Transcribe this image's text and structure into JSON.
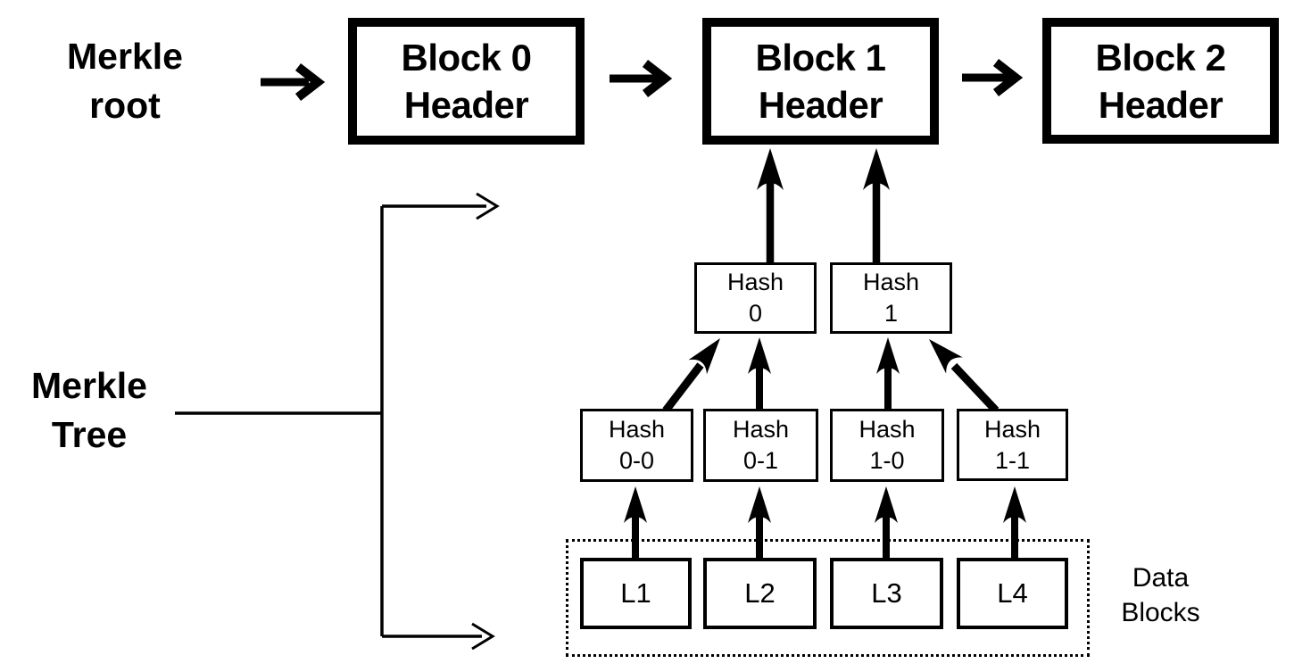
{
  "colors": {
    "ink": "#000000",
    "background": "#ffffff"
  },
  "labels": {
    "merkle_root": {
      "line1": "Merkle",
      "line2": "root"
    },
    "merkle_tree": {
      "line1": "Merkle",
      "line2": "Tree"
    },
    "data_blocks": {
      "line1": "Data",
      "line2": "Blocks"
    }
  },
  "block_headers": [
    {
      "line1": "Block 0",
      "line2": "Header"
    },
    {
      "line1": "Block 1",
      "line2": "Header"
    },
    {
      "line1": "Block 2",
      "line2": "Header"
    }
  ],
  "hash_level_1": [
    {
      "line1": "Hash",
      "line2": "0"
    },
    {
      "line1": "Hash",
      "line2": "1"
    }
  ],
  "hash_level_2": [
    {
      "line1": "Hash",
      "line2": "0-0"
    },
    {
      "line1": "Hash",
      "line2": "0-1"
    },
    {
      "line1": "Hash",
      "line2": "1-0"
    },
    {
      "line1": "Hash",
      "line2": "1-1"
    }
  ],
  "leaf_blocks": [
    {
      "label": "L1"
    },
    {
      "label": "L2"
    },
    {
      "label": "L3"
    },
    {
      "label": "L4"
    }
  ]
}
